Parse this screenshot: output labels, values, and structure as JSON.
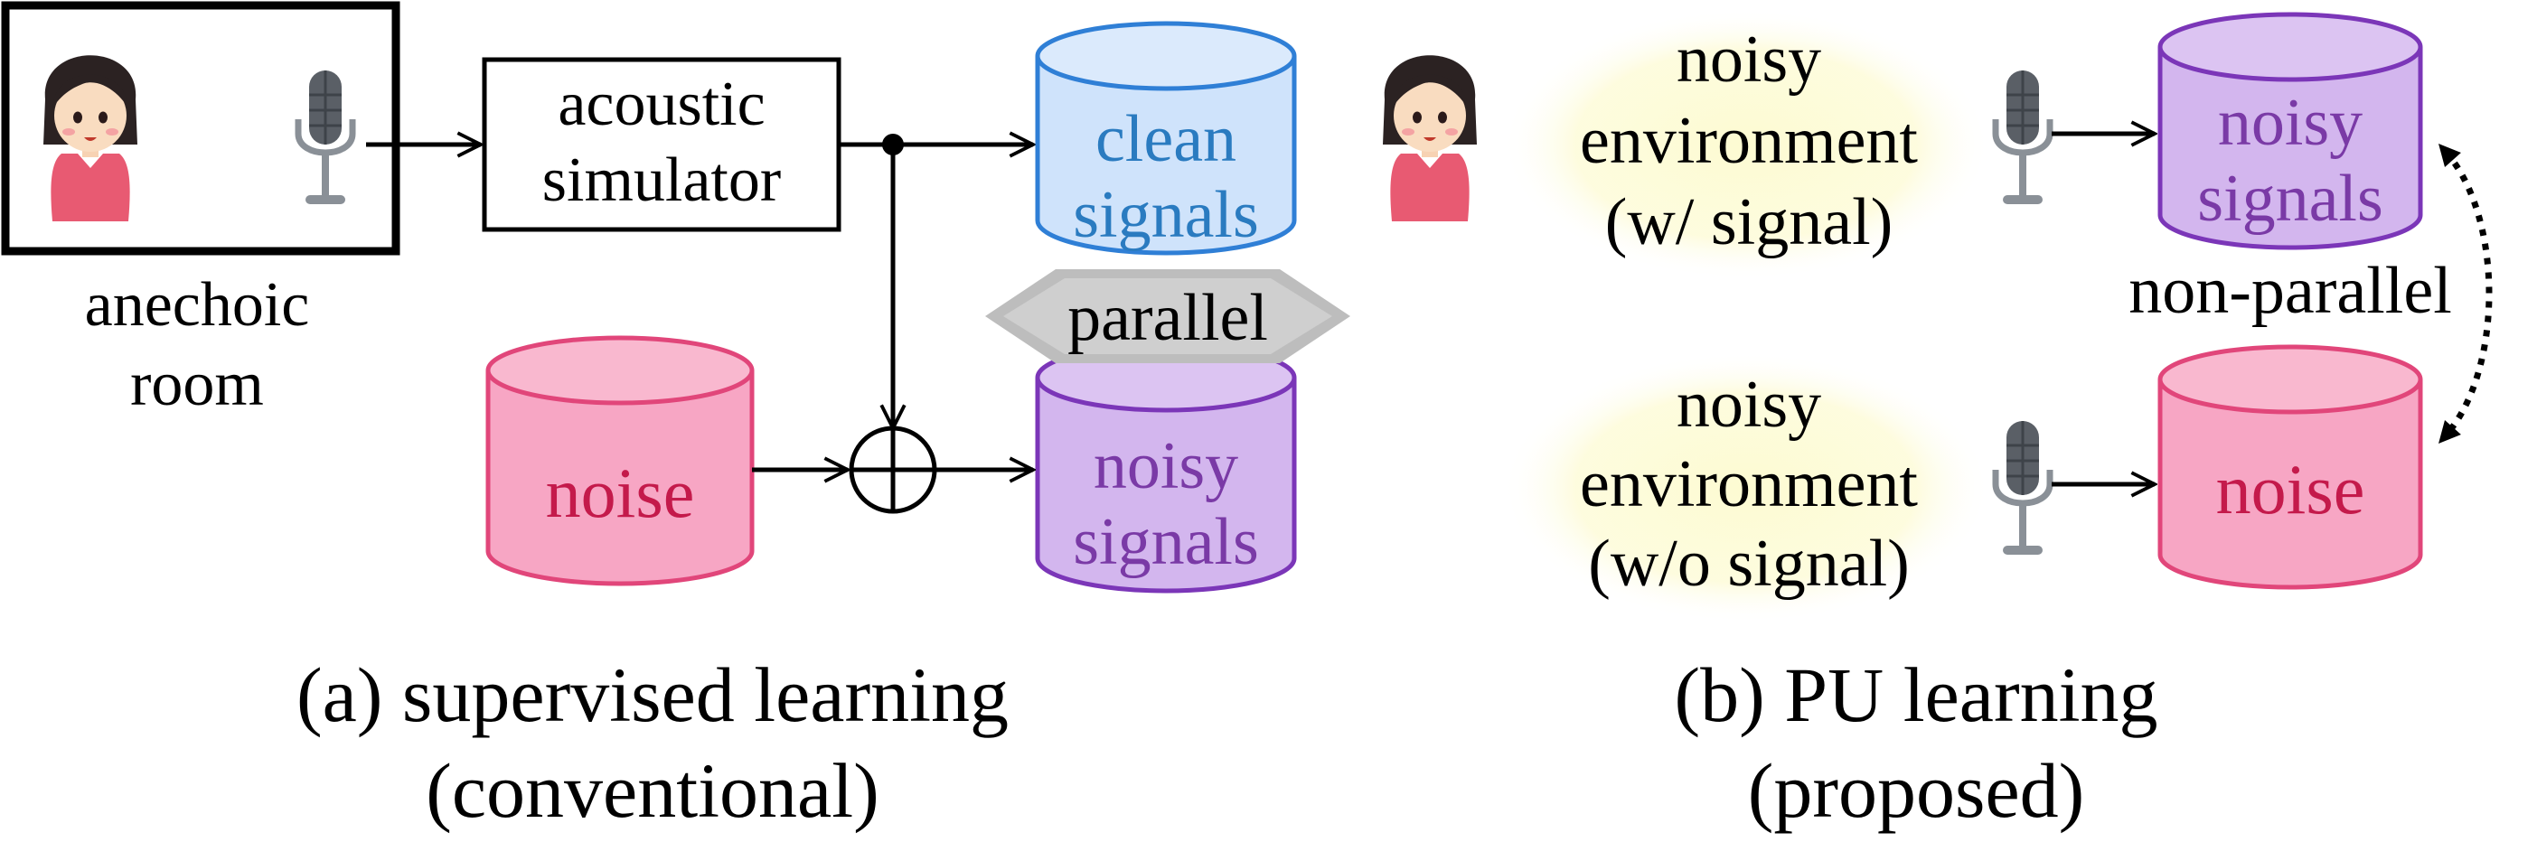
{
  "panel_a": {
    "anechoic_line1": "anechoic",
    "anechoic_line2": "room",
    "simulator_line1": "acoustic",
    "simulator_line2": "simulator",
    "clean_line1": "clean",
    "clean_line2": "signals",
    "parallel": "parallel",
    "noise": "noise",
    "noisy_line1": "noisy",
    "noisy_line2": "signals",
    "caption_line1": "(a) supervised learning",
    "caption_line2": "(conventional)"
  },
  "panel_b": {
    "env1_line1": "noisy",
    "env1_line2": "environment",
    "env1_line3": "(w/ signal)",
    "env2_line1": "noisy",
    "env2_line2": "environment",
    "env2_line3": "(w/o signal)",
    "noisy_line1": "noisy",
    "noisy_line2": "signals",
    "nonparallel": "non-parallel",
    "noise": "noise",
    "caption_line1": "(b) PU learning",
    "caption_line2": "(proposed)"
  },
  "colors": {
    "clean_fill": "#cfe3fb",
    "clean_stroke": "#2f7fd6",
    "clean_text": "#2a7bc0",
    "noisy_fill": "#d3b6ee",
    "noisy_stroke": "#7b36b8",
    "noisy_text": "#7a3aa6",
    "noise_fill": "#f7a6c4",
    "noise_stroke": "#e1467a",
    "noise_text": "#c41a4b"
  }
}
